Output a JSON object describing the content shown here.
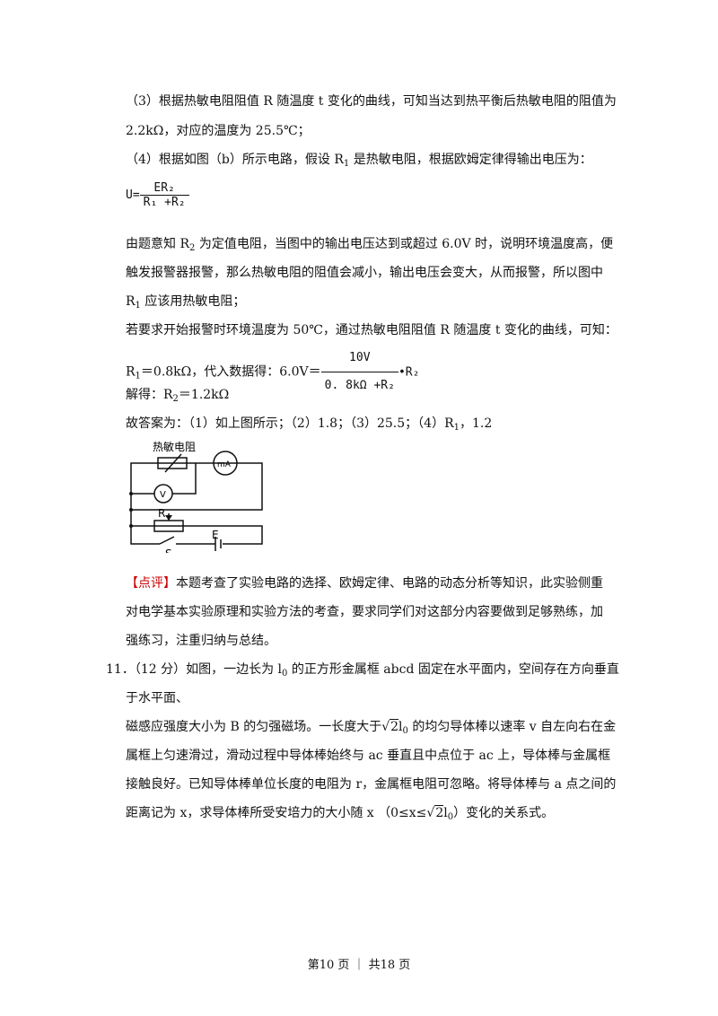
{
  "lines": {
    "l1": "（3）根据热敏电阻阻值 R 随温度 t 变化的曲线，可知当达到热平衡后热敏电阻的阻值为",
    "l2": "2.2kΩ，对应的温度为 25.5℃；",
    "l3a": "（4）根据如图（b）所示电路，假设 R",
    "l3sub": "1",
    "l3b": " 是热敏电阻，根据欧姆定律得输出电压为：",
    "eq1_lhs": "U=",
    "eq1_num": "ER₂",
    "eq1_den": "R₁ +R₂",
    "l5a": "由题意知 R",
    "l5sub": "2",
    "l5b": " 为定值电阻，当图中的输出电压达到或超过 6.0V 时，说明环境温度高，便",
    "l6": "触发报警器报警，那么热敏电阻的阻值会减小，输出电压会变大，从而报警，所以图中",
    "l7a": "R",
    "l7sub": "1",
    "l7b": " 应该用热敏电阻；",
    "l8": "若要求开始报警时环境温度为 50℃，通过热敏电阻阻值 R 随温度 t 变化的曲线，可知：",
    "l9a": "R",
    "l9sub": "1",
    "l9b": "＝0.8kΩ，代入数据得：6.0V＝",
    "eq2_num": "10V",
    "eq2_den": "0. 8kΩ +R₂",
    "eq2_tail": "•R₂",
    "l10a": "解得：R",
    "l10sub": "2",
    "l10b": "＝1.2kΩ",
    "l11a": "故答案为：（1）如上图所示；（2）1.8；（3）25.5；（4）R",
    "l11sub": "1",
    "l11b": "，1.2",
    "comment_tag": "【点评】",
    "c1": "本题考查了实验电路的选择、欧姆定律、电路的动态分析等知识，此实验侧重",
    "c2": "对电学基本实验原理和实验方法的考查，要求同学们对这部分内容要做到足够熟练，加",
    "c3": "强练习，注重归纳与总结。",
    "q1a": "11．（12 分）如图，一边长为 l",
    "q1sub": "0",
    "q1b": " 的正方形金属框 abcd 固定在水平面内，空间存在方向垂直",
    "q2": "于水平面、",
    "q3a": "磁感应强度大小为 B 的匀强磁场。一长度大于",
    "q3rad": "2",
    "q3l": "l",
    "q3sub": "0",
    "q3b": " 的均匀导体棒以速率 v 自左向右在金",
    "q4": "属框上匀速滑过，滑动过程中导体棒始终与 ac 垂直且中点位于 ac 上，导体棒与金属框",
    "q5": "接触良好。已知导体棒单位长度的电阻为 r，金属框电阻可忽略。将导体棒与 a 点之间的",
    "q6a": "距离记为 x，求导体棒所受安培力的大小随 x （0≤x≤",
    "q6rad": "2",
    "q6l": "l",
    "q6sub": "0",
    "q6b": "）变化的关系式。"
  },
  "circuit": {
    "label_thermistor": "热敏电阻",
    "label_ma": "mA",
    "label_v": "V",
    "label_r": "R",
    "label_s": "S",
    "label_e": "E"
  },
  "footer": "第10 页 ｜ 共18 页",
  "colors": {
    "comment_tag": "#cc0000"
  }
}
